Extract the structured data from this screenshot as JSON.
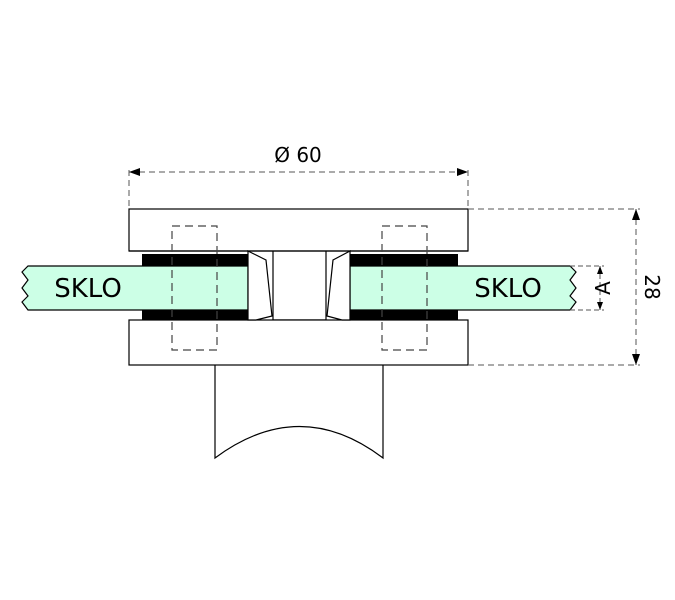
{
  "labels": {
    "diameter": "Ø 60",
    "glass_left": "SKLO",
    "glass_right": "SKLO",
    "thickness_a": "A",
    "height": "28"
  },
  "colors": {
    "glass": "#ccffe6",
    "gasket": "#000000",
    "line": "#000000",
    "dashed": "#555555"
  }
}
